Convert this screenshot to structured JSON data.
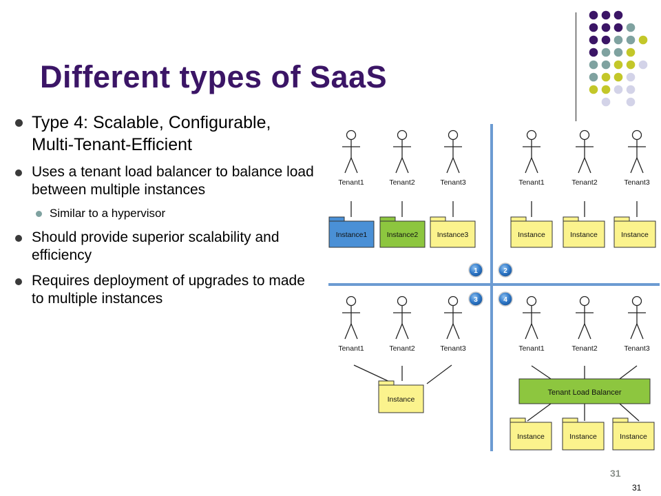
{
  "slide": {
    "title": "Different types of SaaS",
    "bullets": [
      {
        "text": "Type 4: Scalable, Configurable, Multi-Tenant-Efficient",
        "level": 1
      },
      {
        "text": "Uses a tenant load balancer to balance load between multiple instances",
        "level": 2
      },
      {
        "text": "Similar to a hypervisor",
        "level": 3
      },
      {
        "text": "Should provide superior scalability and efficiency",
        "level": 2
      },
      {
        "text": "Requires deployment of upgrades to made to multiple instances",
        "level": 2
      }
    ],
    "page_number_footer": "31",
    "page_number_corner": "31"
  },
  "diagram": {
    "quadrant_badges": [
      "1",
      "2",
      "3",
      "4"
    ],
    "q1": {
      "tenants": [
        "Tenant1",
        "Tenant2",
        "Tenant3"
      ],
      "instances": [
        "Instance1",
        "Instance2",
        "Instance3"
      ]
    },
    "q2": {
      "tenants": [
        "Tenant1",
        "Tenant2",
        "Tenant3"
      ],
      "instances": [
        "Instance",
        "Instance",
        "Instance"
      ]
    },
    "q3": {
      "tenants": [
        "Tenant1",
        "Tenant2",
        "Tenant3"
      ],
      "instance": "Instance"
    },
    "q4": {
      "tenants": [
        "Tenant1",
        "Tenant2",
        "Tenant3"
      ],
      "balancer": "Tenant Load Balancer",
      "instances": [
        "Instance",
        "Instance",
        "Instance"
      ]
    }
  },
  "colors": {
    "title": "#3b1566",
    "instance_blue": "#4a90d6",
    "instance_green": "#8dc63f",
    "instance_yellow": "#fbf38d",
    "axis_blue": "#6c9bd2",
    "dot_purple": "#3b1566",
    "dot_teal": "#7fa2a0",
    "dot_olive": "#c3c729",
    "dot_lavender": "#d3d3e8"
  }
}
